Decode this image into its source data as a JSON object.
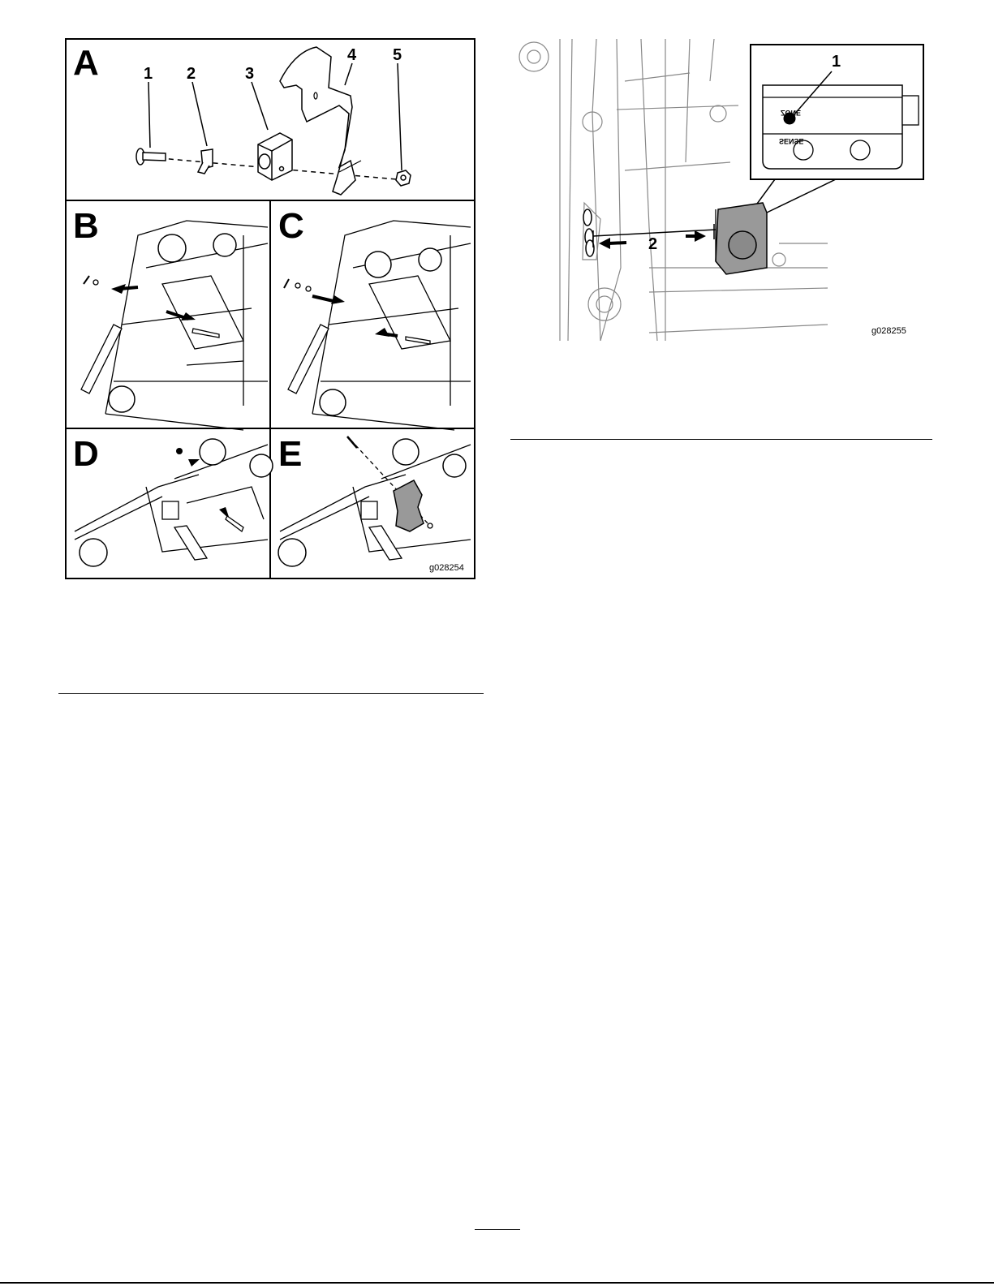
{
  "figure_left": {
    "panel_letters": [
      "A",
      "B",
      "C",
      "D",
      "E"
    ],
    "callouts": [
      "1",
      "2",
      "3",
      "4",
      "5"
    ],
    "graphic_id": "g028254"
  },
  "figure_right": {
    "callouts": [
      "1",
      "2"
    ],
    "sensor_label_top": "ZONE",
    "sensor_label_bottom": "SENSE",
    "graphic_id": "g028255"
  }
}
